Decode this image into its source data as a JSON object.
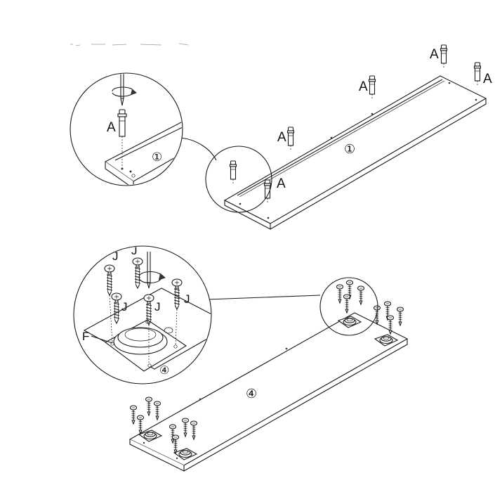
{
  "diagram": {
    "steps": {
      "step1_panel": "①",
      "step1_detail": "①",
      "step4_panel": "④",
      "step4_detail": "④"
    },
    "parts": {
      "dowel": "A",
      "screw": "J",
      "foot": "F"
    }
  }
}
